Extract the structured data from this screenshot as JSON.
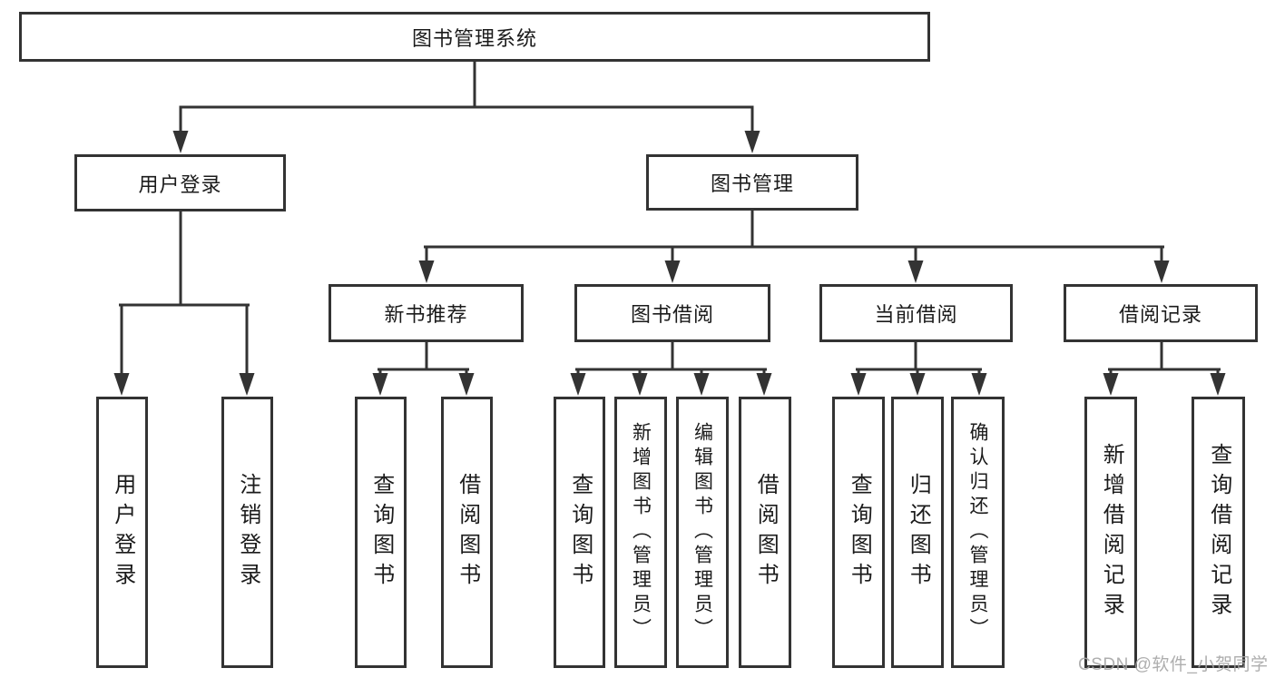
{
  "diagram": {
    "root": {
      "label": "图书管理系统"
    },
    "level2": {
      "user_login": "用户登录",
      "book_management": "图书管理"
    },
    "level3": {
      "new_book_recommend": "新书推荐",
      "book_borrowing": "图书借阅",
      "current_borrowing": "当前借阅",
      "borrowing_records": "借阅记录"
    },
    "leaves": {
      "login": "用户登录",
      "logout": "注销登录",
      "recommend_query_books": "查询图书",
      "recommend_borrow_books": "借阅图书",
      "borrowing_query_books": "查询图书",
      "borrowing_add_books": "新增图书（管理员）",
      "borrowing_edit_books": "编辑图书（管理员）",
      "borrowing_borrow_books": "借阅图书",
      "current_query_books": "查询图书",
      "current_return_books": "归还图书",
      "current_confirm_return": "确认归还（管理员）",
      "records_add_record": "新增借阅记录",
      "records_query_record": "查询借阅记录"
    },
    "line_color": "#333333"
  },
  "watermark": {
    "text": "CSDN @软件_小贺同学",
    "color": "#a6a6a6"
  }
}
